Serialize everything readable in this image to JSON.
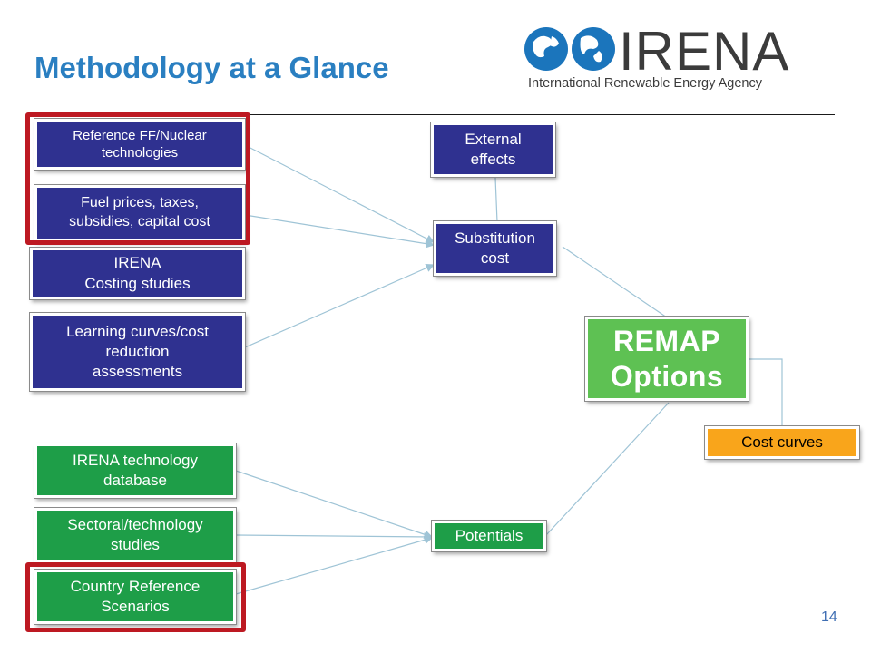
{
  "header": {
    "title": "Methodology at a Glance"
  },
  "logo": {
    "wordmark": "IRENA",
    "tagline": "International Renewable Energy Agency"
  },
  "inputs_cost": [
    "Reference FF/Nuclear\ntechnologies",
    "Fuel prices, taxes,\nsubsidies, capital cost",
    "IRENA\nCosting studies",
    "Learning curves/cost\nreduction\nassessments"
  ],
  "inputs_potential": [
    "IRENA technology\ndatabase",
    "Sectoral/technology\nstudies",
    "Country Reference\nScenarios"
  ],
  "nodes": {
    "external_effects": "External\neffects",
    "substitution_cost": "Substitution\ncost",
    "potentials": "Potentials",
    "remap_options": "REMAP\nOptions",
    "cost_curves": "Cost curves"
  },
  "footer": {
    "page_number": "14"
  },
  "colors": {
    "title": "#2a7fc1",
    "navy_box": "#2f3190",
    "green_box": "#1e9e48",
    "remap_box": "#5ec153",
    "cost_curves_box": "#f9a51b",
    "highlight": "#bd1922",
    "connector": "#9fc4d6"
  }
}
